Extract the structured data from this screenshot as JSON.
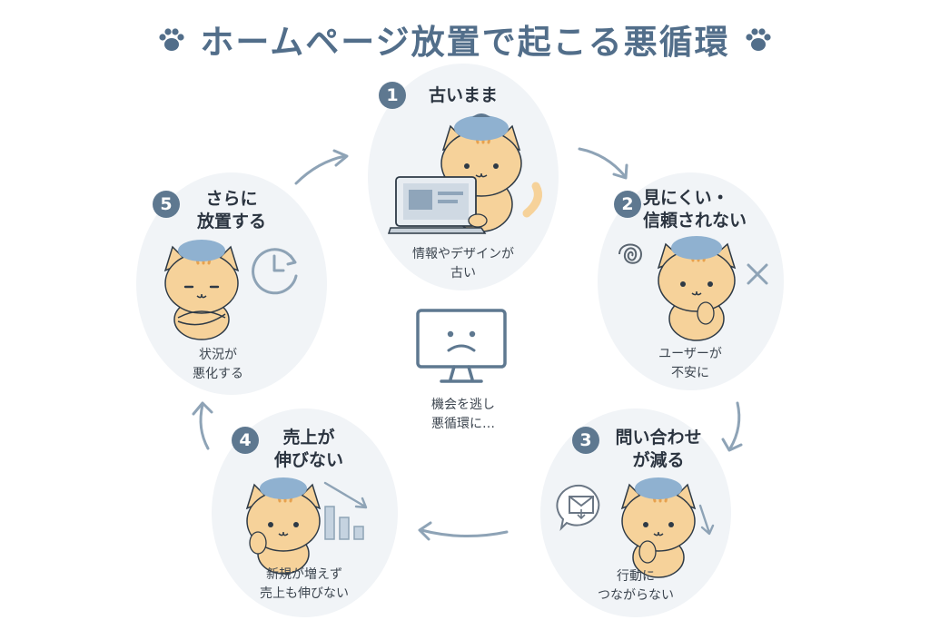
{
  "title": "ホームページ放置で起こる悪循環",
  "steps": [
    {
      "number": "1",
      "heading": "古いまま",
      "caption": "情報やデザインが\n古い"
    },
    {
      "number": "2",
      "heading": "見にくい・\n信頼されない",
      "caption": "ユーザーが\n不安に"
    },
    {
      "number": "3",
      "heading": "問い合わせ\nが減る",
      "caption": "行動に\nつながらない"
    },
    {
      "number": "4",
      "heading": "売上が\n伸びない",
      "caption": "新規が増えず\n売上も伸びない"
    },
    {
      "number": "5",
      "heading": "さらに\n放置する",
      "caption": "状況が\n悪化する"
    }
  ],
  "center": {
    "caption": "機会を逃し\n悪循環に…"
  },
  "colors": {
    "accent": "#5e7890",
    "arrow": "#8ea3b6",
    "circle": "#f1f4f7",
    "cat": "#f6d29a",
    "cat_stripe": "#e7a24f",
    "ice_bag": "#8fb1d0"
  },
  "icons": [
    "paw-icon",
    "laptop-icon",
    "tangle-icon",
    "cross-icon",
    "mail-icon",
    "down-arrow-icon",
    "bar-chart-down-icon",
    "clock-icon",
    "sad-monitor-icon",
    "cycle-arrow-icon"
  ]
}
